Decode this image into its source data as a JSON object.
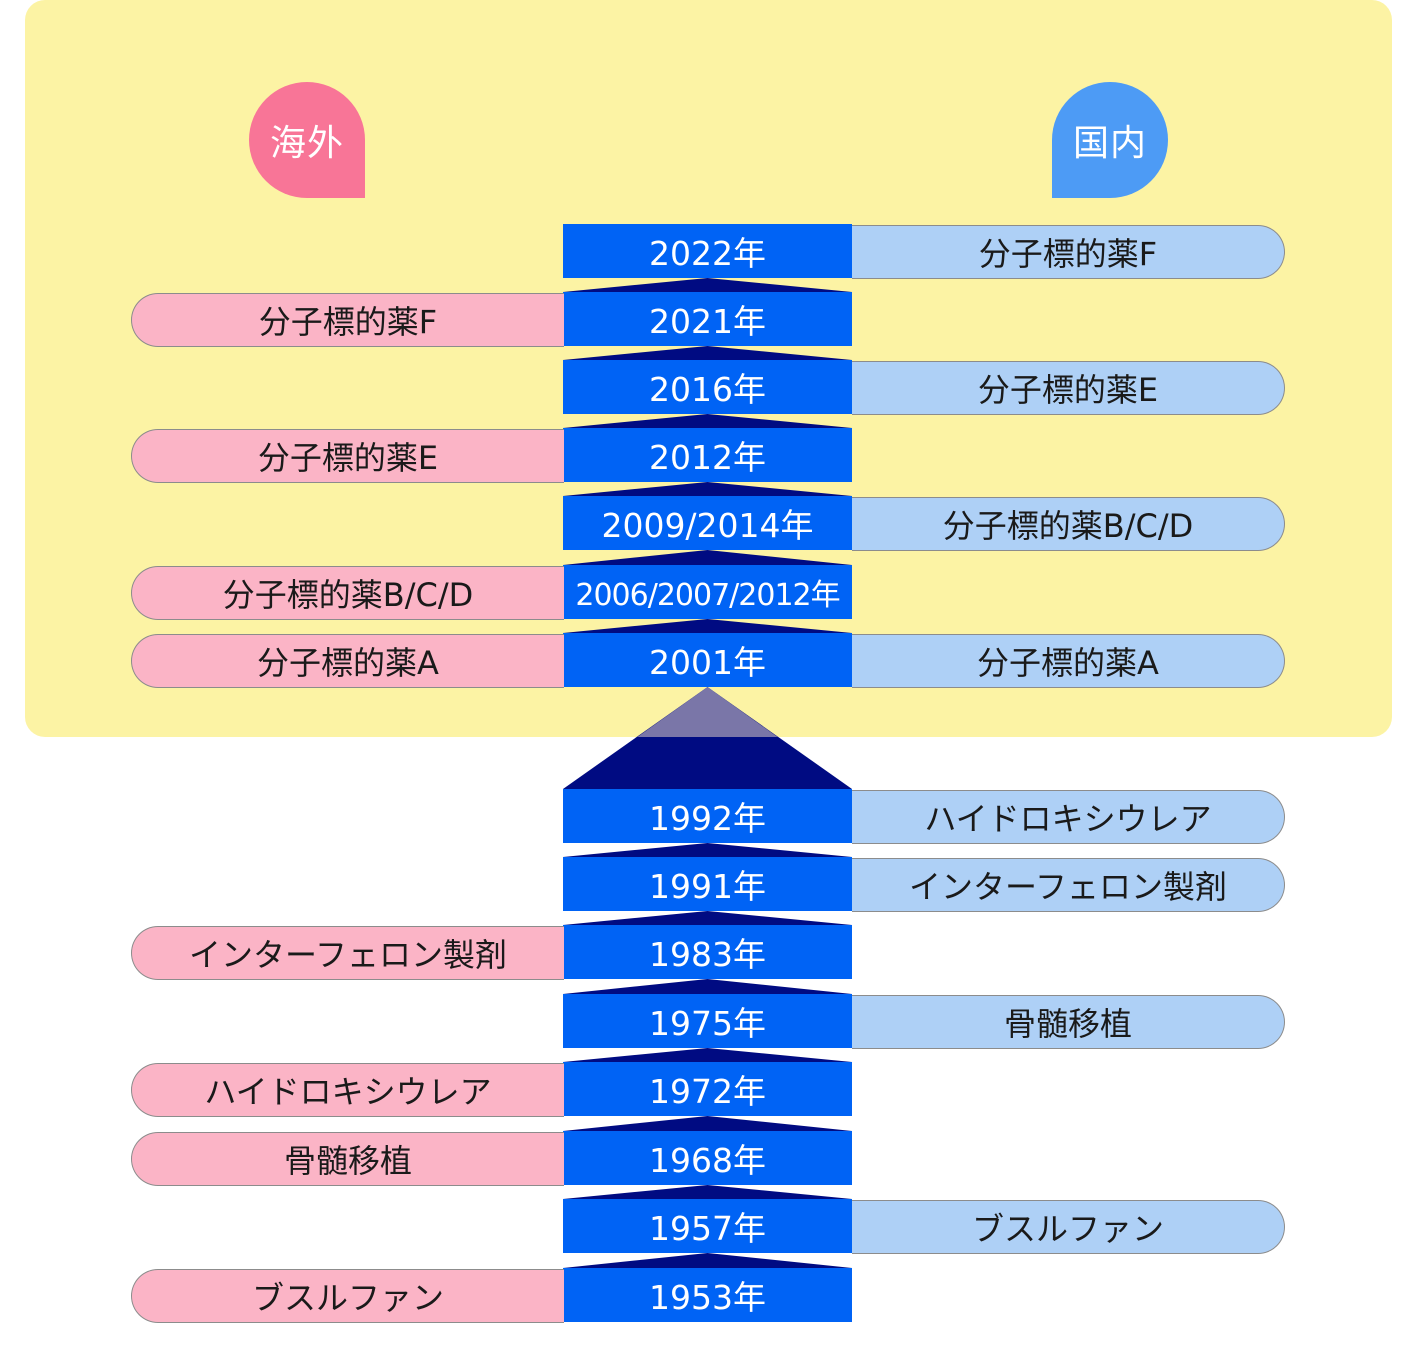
{
  "headers": {
    "overseas": "海外",
    "domestic": "国内"
  },
  "colors": {
    "panel_background": "#fcf3a4",
    "overseas_marker": "#f87597",
    "domestic_marker": "#4d9bf5",
    "year_box": "#0063f5",
    "connector_arrow": "#000b82",
    "overseas_pill": "#fbb4c6",
    "domestic_pill": "#aed0f6"
  },
  "timeline": [
    {
      "year": "2022年",
      "overseas": "",
      "domestic": "分子標的薬F"
    },
    {
      "year": "2021年",
      "overseas": "分子標的薬F",
      "domestic": ""
    },
    {
      "year": "2016年",
      "overseas": "",
      "domestic": "分子標的薬E"
    },
    {
      "year": "2012年",
      "overseas": "分子標的薬E",
      "domestic": ""
    },
    {
      "year": "2009/2014年",
      "overseas": "",
      "domestic": "分子標的薬B/C/D"
    },
    {
      "year": "2006/2007/2012年",
      "overseas": "分子標的薬B/C/D",
      "domestic": ""
    },
    {
      "year": "2001年",
      "overseas": "分子標的薬A",
      "domestic": "分子標的薬A"
    },
    {
      "year": "1992年",
      "overseas": "",
      "domestic": "ハイドロキシウレア"
    },
    {
      "year": "1991年",
      "overseas": "",
      "domestic": "インターフェロン製剤"
    },
    {
      "year": "1983年",
      "overseas": "インターフェロン製剤",
      "domestic": ""
    },
    {
      "year": "1975年",
      "overseas": "",
      "domestic": "骨髄移植"
    },
    {
      "year": "1972年",
      "overseas": "ハイドロキシウレア",
      "domestic": ""
    },
    {
      "year": "1968年",
      "overseas": "骨髄移植",
      "domestic": ""
    },
    {
      "year": "1957年",
      "overseas": "",
      "domestic": "ブスルファン"
    },
    {
      "year": "1953年",
      "overseas": "ブスルファン",
      "domestic": ""
    }
  ]
}
